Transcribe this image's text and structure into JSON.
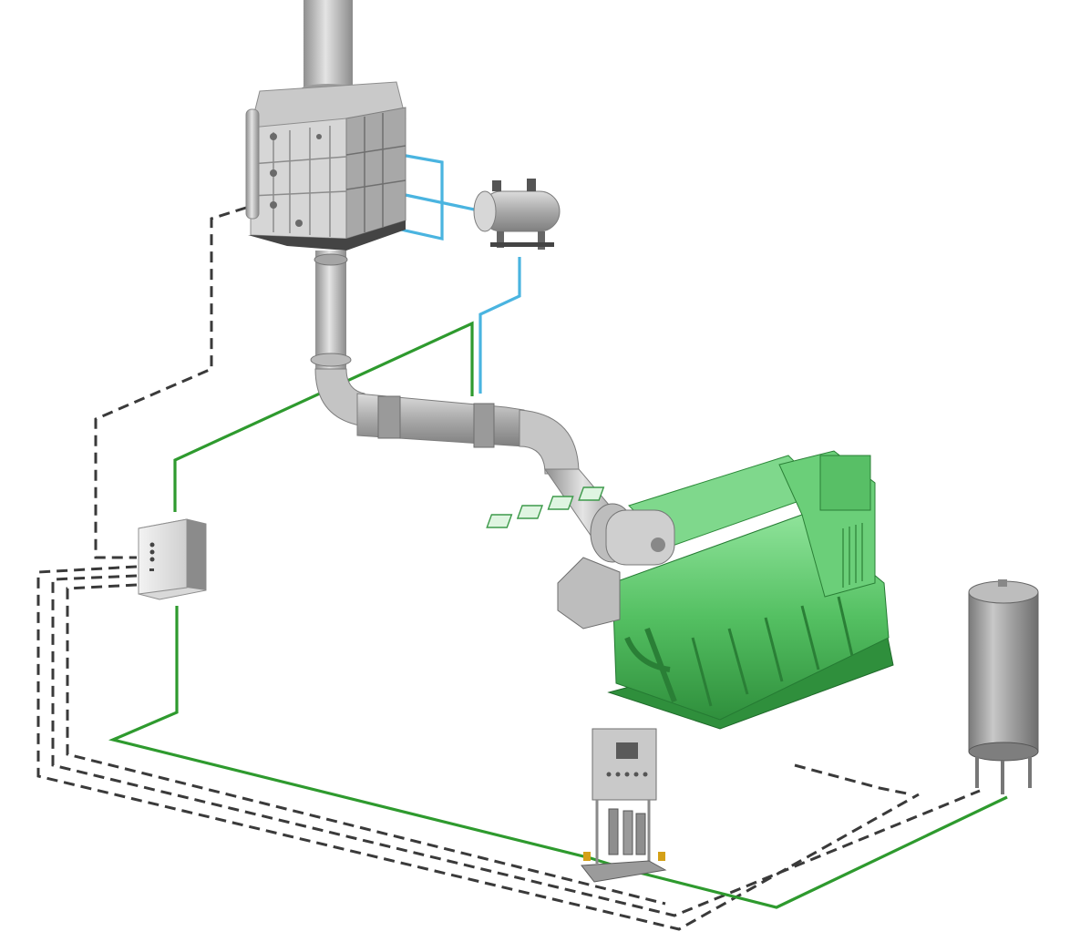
{
  "diagram": {
    "components": [
      {
        "id": "exhaust-stack",
        "icon": "chimney-pipe-icon"
      },
      {
        "id": "exhaust-boiler",
        "icon": "heat-exchanger-icon"
      },
      {
        "id": "horizontal-tank",
        "icon": "pressure-vessel-icon"
      },
      {
        "id": "exhaust-pipe",
        "icon": "pipe-elbow-icon"
      },
      {
        "id": "engine",
        "icon": "diesel-engine-icon"
      },
      {
        "id": "control-cabinet",
        "icon": "electrical-cabinet-icon"
      },
      {
        "id": "pump-skid",
        "icon": "pump-unit-icon"
      },
      {
        "id": "vertical-tank",
        "icon": "storage-tank-icon"
      }
    ],
    "line_styles": {
      "signal": {
        "color": "#3a3a3a",
        "dash": "dashed"
      },
      "green_line": {
        "color": "#2e9a2e",
        "dash": "solid"
      },
      "blue_line": {
        "color": "#4ab4e0",
        "dash": "solid"
      }
    },
    "colors": {
      "engine_green": "#5cc46a",
      "engine_green_dark": "#2f8f3c",
      "steel": "#b9b9b9",
      "steel_dark": "#7d7d7d"
    }
  }
}
